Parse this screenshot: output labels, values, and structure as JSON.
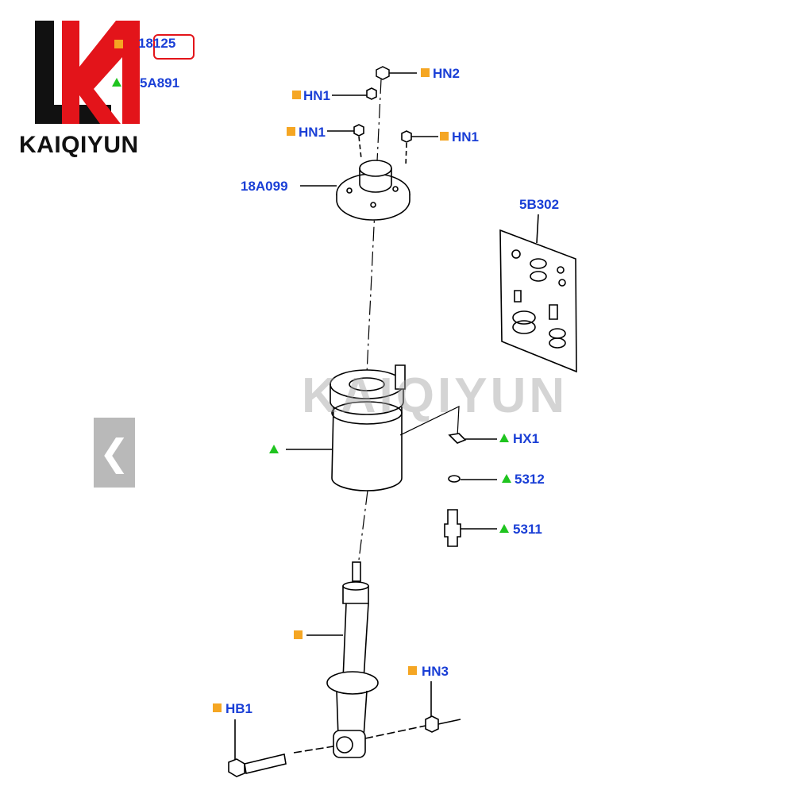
{
  "brand": {
    "name": "KAIQIYUN",
    "watermark": "KAIQIYUN",
    "accent": "#e3141a"
  },
  "colors": {
    "label": "#1a3fd6",
    "square_marker": "#f5a623",
    "triangle_marker": "#1fc41f"
  },
  "nav": {
    "prev_label": "❮"
  },
  "callouts": {
    "top_a": "18125",
    "top_b": "5A891",
    "hn2": "HN2",
    "hn1_a": "HN1",
    "hn1_b": "HN1",
    "hn1_c": "HN1",
    "mount": "18A099",
    "kit": "5B302",
    "hx1": "HX1",
    "p5312": "5312",
    "p5311": "5311",
    "hn3": "HN3",
    "hb1": "HB1"
  }
}
